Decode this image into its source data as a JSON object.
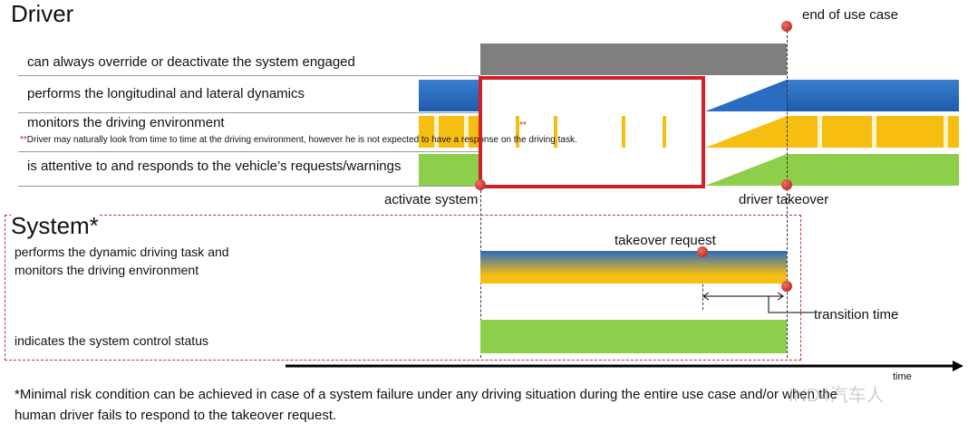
{
  "driver": {
    "title": "Driver",
    "rows": [
      "can always override or deactivate the system engaged",
      "performs the longitudinal and lateral dynamics",
      "monitors the driving environment",
      "is attentive to and responds to the vehicle’s requests/warnings"
    ],
    "note_mark": "**",
    "note": "Driver may naturally look from time to time at the driving environment, however he is not expected to have a response on the driving task.",
    "box_mark": "**"
  },
  "events": {
    "end": "end of use case",
    "activate": "activate system",
    "takeover": "driver takeover",
    "request": "takeover request",
    "transition": "transition time"
  },
  "system": {
    "title": "System*",
    "row1a": "performs the dynamic driving task and",
    "row1b": "monitors the driving environment",
    "row2": "indicates the system control status"
  },
  "axis": {
    "label": "time"
  },
  "footnote": {
    "line1": "*Minimal risk condition can be achieved in case of a system failure under any driving situation during the entire use case and/or when the",
    "line2": "human driver fails to respond to the takeover request."
  },
  "watermark": "IND4汽车人",
  "colors": {
    "red": "#d0202a",
    "blue": "#2a6cc0",
    "yellow": "#f7be12",
    "green": "#8dcf4a",
    "gray": "#7f7f7f"
  }
}
